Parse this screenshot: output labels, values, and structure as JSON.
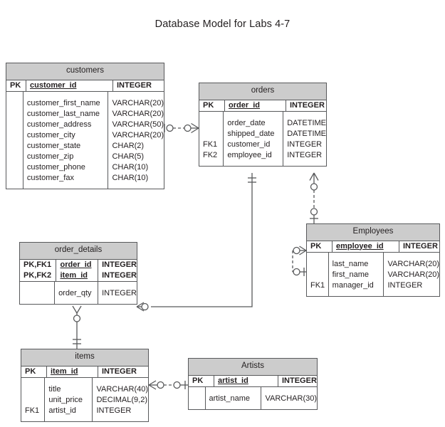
{
  "title": "Database Model for Labs 4-7",
  "colors": {
    "header_fill": "#cccccc",
    "line": "#58595b",
    "text": "#231f20",
    "background": "#ffffff"
  },
  "entities": {
    "customers": {
      "name": "customers",
      "key_header": "PK",
      "pk": [
        {
          "key": "PK",
          "field": "customer_id",
          "type": "INTEGER"
        }
      ],
      "fields": [
        {
          "key": "",
          "field": "customer_first_name",
          "type": "VARCHAR(20)"
        },
        {
          "key": "",
          "field": "customer_last_name",
          "type": "VARCHAR(20)"
        },
        {
          "key": "",
          "field": "customer_address",
          "type": "VARCHAR(50)"
        },
        {
          "key": "",
          "field": "customer_city",
          "type": "VARCHAR(20)"
        },
        {
          "key": "",
          "field": "customer_state",
          "type": "CHAR(2)"
        },
        {
          "key": "",
          "field": "customer_zip",
          "type": "CHAR(5)"
        },
        {
          "key": "",
          "field": "customer_phone",
          "type": "CHAR(10)"
        },
        {
          "key": "",
          "field": "customer_fax",
          "type": "CHAR(10)"
        }
      ]
    },
    "orders": {
      "name": "orders",
      "pk": [
        {
          "key": "PK",
          "field": "order_id",
          "type": "INTEGER"
        }
      ],
      "fields": [
        {
          "key": "",
          "field": "order_date",
          "type": "DATETIME"
        },
        {
          "key": "",
          "field": "shipped_date",
          "type": "DATETIME"
        },
        {
          "key": "FK1",
          "field": "customer_id",
          "type": "INTEGER"
        },
        {
          "key": "FK2",
          "field": "employee_id",
          "type": "INTEGER"
        }
      ]
    },
    "employees": {
      "name": "Employees",
      "pk": [
        {
          "key": "PK",
          "field": "employee_id",
          "type": "INTEGER"
        }
      ],
      "fields": [
        {
          "key": "",
          "field": "last_name",
          "type": "VARCHAR(20)"
        },
        {
          "key": "",
          "field": "first_name",
          "type": "VARCHAR(20)"
        },
        {
          "key": "FK1",
          "field": "manager_id",
          "type": "INTEGER"
        }
      ]
    },
    "order_details": {
      "name": "order_details",
      "pk": [
        {
          "key": "PK,FK1",
          "field": "order_id",
          "type": "INTEGER"
        },
        {
          "key": "PK,FK2",
          "field": "item_id",
          "type": "INTEGER"
        }
      ],
      "fields": [
        {
          "key": "",
          "field": "order_qty",
          "type": "INTEGER"
        }
      ]
    },
    "items": {
      "name": "items",
      "pk": [
        {
          "key": "PK",
          "field": "item_id",
          "type": "INTEGER"
        }
      ],
      "fields": [
        {
          "key": "",
          "field": "title",
          "type": "VARCHAR(40)"
        },
        {
          "key": "",
          "field": "unit_price",
          "type": "DECIMAL(9,2)"
        },
        {
          "key": "FK1",
          "field": "artist_id",
          "type": "INTEGER"
        }
      ]
    },
    "artists": {
      "name": "Artists",
      "pk": [
        {
          "key": "PK",
          "field": "artist_id",
          "type": "INTEGER"
        }
      ],
      "fields": [
        {
          "key": "",
          "field": "artist_name",
          "type": "VARCHAR(30)"
        }
      ]
    }
  },
  "relationships": [
    {
      "id": "customers-orders",
      "from": "customers",
      "to": "orders",
      "line_style": "dashed",
      "from_cardinality": "one-and-only-one-optional",
      "to_cardinality": "zero-or-many"
    },
    {
      "id": "orders-employees",
      "from": "employees",
      "to": "orders",
      "line_style": "dashed",
      "from_cardinality": "one-optional",
      "to_cardinality": "zero-or-many"
    },
    {
      "id": "employees-employees",
      "from": "employees",
      "to": "employees",
      "line_style": "dashed",
      "from_cardinality": "one-optional",
      "to_cardinality": "zero-or-many"
    },
    {
      "id": "orders-order_details",
      "from": "orders",
      "to": "order_details",
      "line_style": "solid",
      "from_cardinality": "one-and-only-one",
      "to_cardinality": "zero-or-many"
    },
    {
      "id": "items-order_details",
      "from": "items",
      "to": "order_details",
      "line_style": "solid",
      "from_cardinality": "one-and-only-one",
      "to_cardinality": "zero-or-many"
    },
    {
      "id": "items-artists",
      "from": "artists",
      "to": "items",
      "line_style": "dashed",
      "from_cardinality": "one-optional",
      "to_cardinality": "zero-or-many"
    }
  ]
}
